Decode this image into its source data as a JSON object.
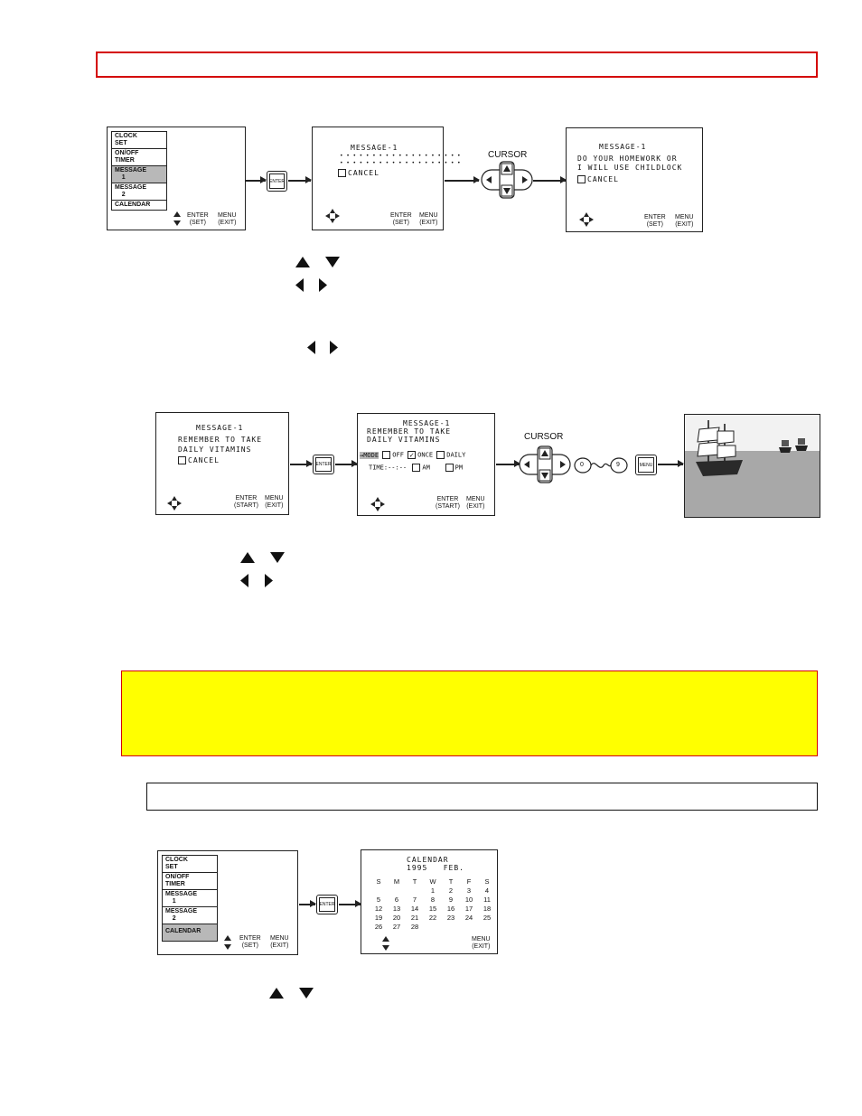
{
  "sidebar_menu": {
    "items": [
      "CLOCK SET",
      "ON/OFF TIMER",
      "MESSAGE 1",
      "MESSAGE 2",
      "CALENDAR"
    ]
  },
  "labels": {
    "enter_set": "ENTER (SET)",
    "menu_exit": "MENU (EXIT)",
    "enter_start": "ENTER (START)",
    "enter_btn": "ENTER",
    "menu_btn": "MENU",
    "cursor": "CURSOR",
    "cancel": "CANCEL"
  },
  "diagram1": {
    "screen2_title": "MESSAGE-1",
    "dots1": "• • • • • • • • • • • • • • • • • • •",
    "dots2": "• • • • • • • • • • • • • • • • • • •",
    "screen3_title": "MESSAGE-1",
    "screen3_line1": "DO YOUR HOMEWORK OR",
    "screen3_line2": "I WILL USE CHILDLOCK"
  },
  "diagram2": {
    "screen1_title": "MESSAGE-1",
    "line1": "REMEMBER  TO  TAKE",
    "line2": "DAILY  VITAMINS",
    "mode_label": "MODE",
    "mode_off": "OFF",
    "mode_once": "ONCE",
    "mode_daily": "DAILY",
    "time_label": "TIME",
    "time_value": "--:--",
    "am": "AM",
    "pm": "PM",
    "digit0": "0",
    "digit9": "9"
  },
  "calendar": {
    "title": "CALENDAR",
    "year": "1995",
    "month": "FEB.",
    "days": [
      "S",
      "M",
      "T",
      "W",
      "T",
      "F",
      "S"
    ],
    "weeks": [
      [
        "",
        "",
        "",
        "1",
        "2",
        "3",
        "4"
      ],
      [
        "5",
        "6",
        "7",
        "8",
        "9",
        "10",
        "11"
      ],
      [
        "12",
        "13",
        "14",
        "15",
        "16",
        "17",
        "18"
      ],
      [
        "19",
        "20",
        "21",
        "22",
        "23",
        "24",
        "25"
      ],
      [
        "26",
        "27",
        "28",
        "",
        "",
        "",
        ""
      ]
    ]
  },
  "colors": {
    "red_border": "#d40000",
    "note_bg": "#ffff00",
    "highlight": "#b8b8b8"
  }
}
